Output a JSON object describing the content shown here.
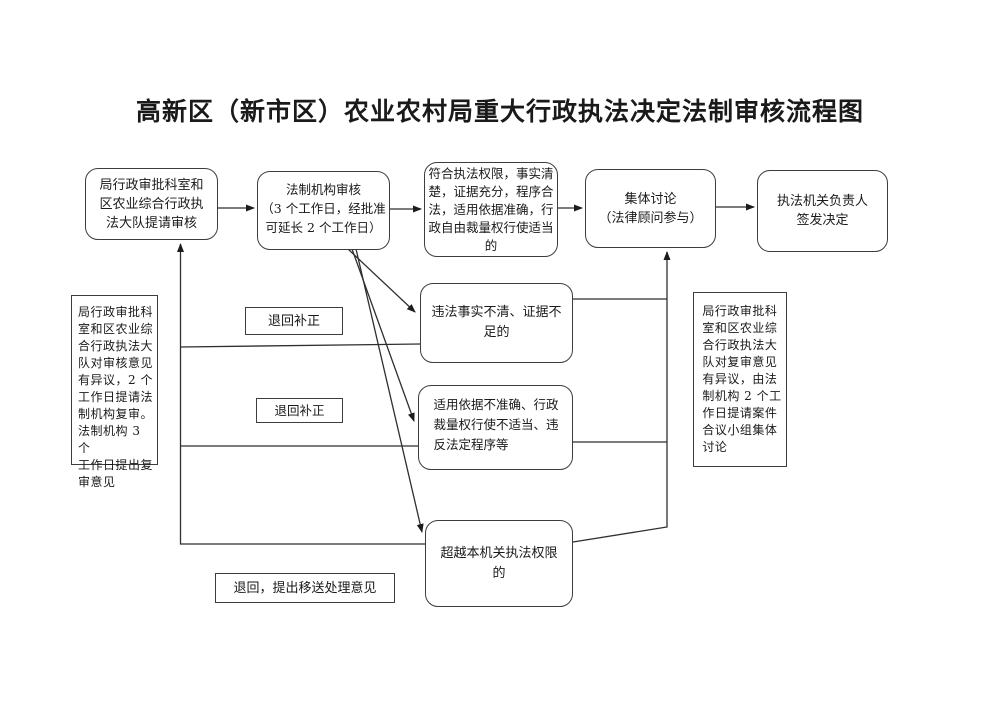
{
  "title": "高新区（新市区）农业农村局重大行政执法决定法制审核流程图",
  "colors": {
    "background": "#ffffff",
    "box_border": "#3d3d3d",
    "connector_line": "#2f2f2f",
    "text": "#1a1a1a"
  },
  "nodes": {
    "submit_review": "局行政审批科室和\n区农业综合行政执\n法大队提请审核",
    "legal_review": "法制机构审核\n（3 个工作日，经批准\n可延长 2 个工作日）",
    "pass_criteria": "符合执法权限，事实清\n楚，证据充分，程序合\n法，适用依据准确，行\n政自由裁量权行使适当\n的",
    "group_discussion": "集体讨论\n（法律顾问参与）",
    "sign_decision": "执法机关负责人\n签发决定",
    "unclear_facts": "违法事实不清、证据不\n足的",
    "improper_basis": "适用依据不准确、行政\n裁量权行使不适当、违\n反法定程序等",
    "beyond_authority": "超越本机关执法权限\n的"
  },
  "labels": {
    "return_correction_1": "退回补正",
    "return_correction_2": "退回补正",
    "return_transfer": "退回，提出移送处理意见"
  },
  "notes": {
    "first_objection": "局行政审批科\n室和区农业综\n合行政执法大\n队对审核意见\n有异议，2 个\n工作日提请法\n制机构复审。\n法制机构 3 个\n工作日提出复\n审意见",
    "second_objection": "局行政审批科\n室和区农业综\n合行政执法大\n队对复审意见\n有异议，由法\n制机构 2 个工\n作日提请案件\n合议小组集体\n讨论"
  }
}
